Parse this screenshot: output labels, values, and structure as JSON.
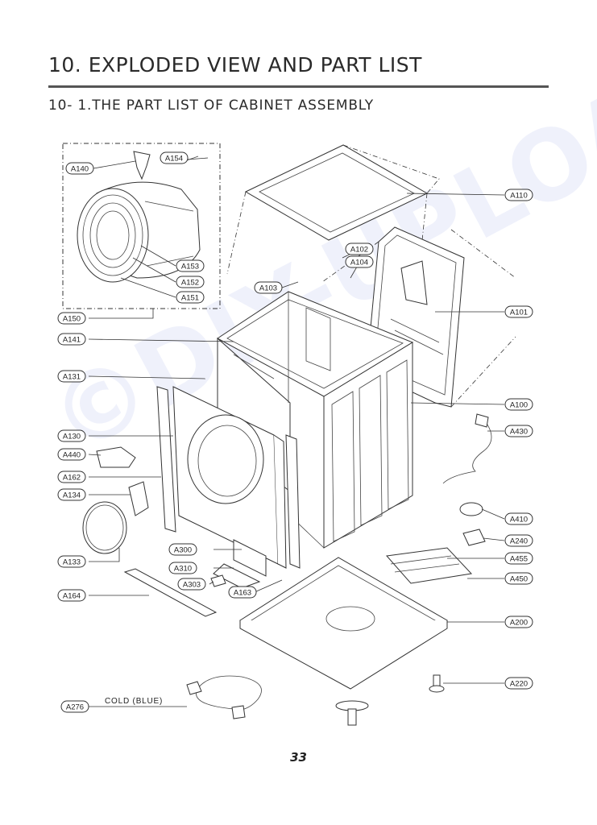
{
  "header": {
    "title": "10. EXPLODED VIEW AND PART LIST",
    "subtitle": "10- 1.THE PART LIST OF CABINET ASSEMBLY"
  },
  "diagram": {
    "callouts": [
      {
        "id": "A154"
      },
      {
        "id": "A140"
      },
      {
        "id": "A110"
      },
      {
        "id": "A102"
      },
      {
        "id": "A104"
      },
      {
        "id": "A153"
      },
      {
        "id": "A152"
      },
      {
        "id": "A151"
      },
      {
        "id": "A103"
      },
      {
        "id": "A101"
      },
      {
        "id": "A150"
      },
      {
        "id": "A141"
      },
      {
        "id": "A131"
      },
      {
        "id": "A100"
      },
      {
        "id": "A430"
      },
      {
        "id": "A130"
      },
      {
        "id": "A440"
      },
      {
        "id": "A162"
      },
      {
        "id": "A134"
      },
      {
        "id": "A410"
      },
      {
        "id": "A240"
      },
      {
        "id": "A300"
      },
      {
        "id": "A455"
      },
      {
        "id": "A133"
      },
      {
        "id": "A310"
      },
      {
        "id": "A450"
      },
      {
        "id": "A303"
      },
      {
        "id": "A163"
      },
      {
        "id": "A164"
      },
      {
        "id": "A200"
      },
      {
        "id": "A220"
      },
      {
        "id": "A276"
      }
    ],
    "note": "COLD (BLUE)"
  },
  "watermark": "©DIY-UPLOAD.cz",
  "footer": {
    "page_number": "33"
  }
}
